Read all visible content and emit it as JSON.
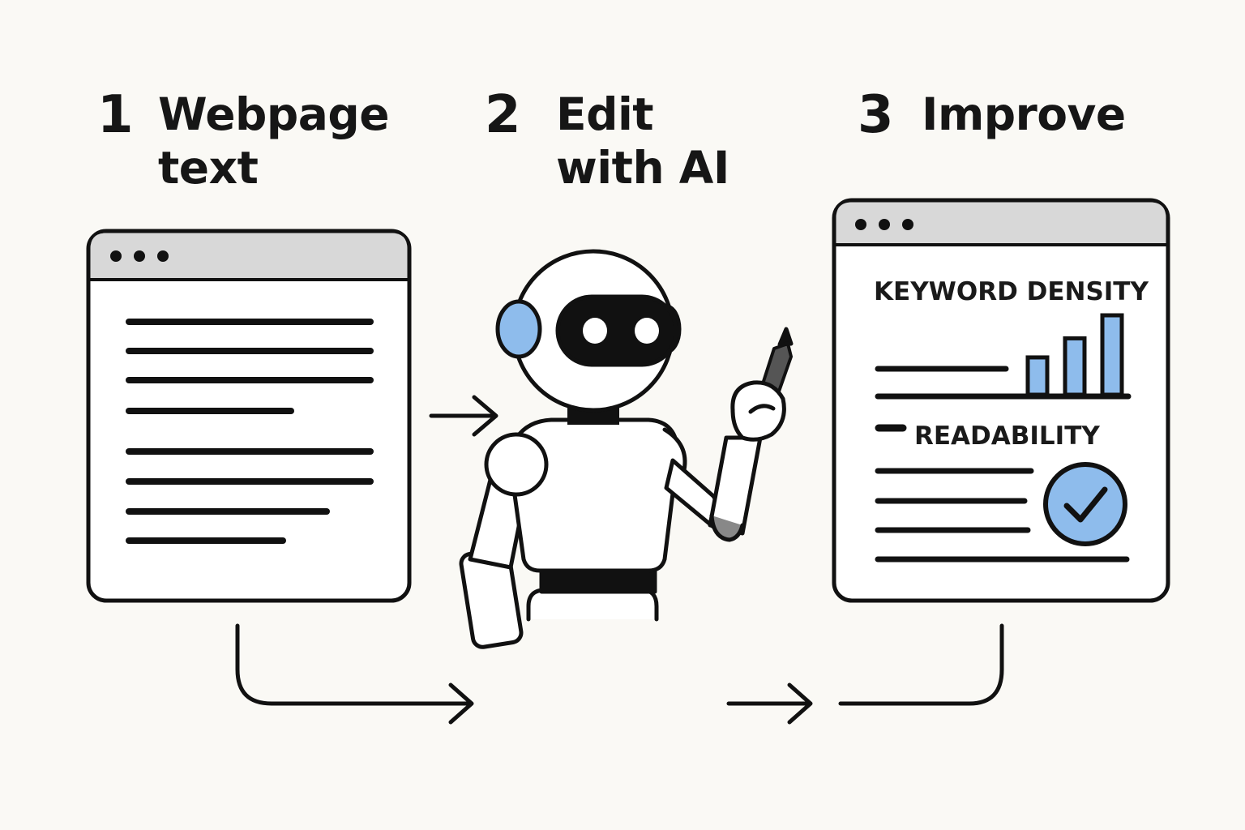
{
  "steps": [
    {
      "number": "1",
      "line1": "Webpage",
      "line2": "text"
    },
    {
      "number": "2",
      "line1": "Edit",
      "line2": "with AI"
    },
    {
      "number": "3",
      "line1": "Improve",
      "line2": ""
    }
  ],
  "result_panel": {
    "metric1": "KEYWORD DENSITY",
    "metric2": "READABILITY",
    "bar_levels": [
      0.47,
      0.71,
      1.0
    ]
  },
  "colors": {
    "background": "#faf9f5",
    "stroke": "#111111",
    "accent_blue": "#8ebcec",
    "titlebar_gray": "#d8d8d8"
  },
  "icons": [
    "window-dots-icon",
    "robot-icon",
    "pen-icon",
    "checkmark-icon",
    "bar-chart-icon",
    "arrow-right-icon"
  ]
}
